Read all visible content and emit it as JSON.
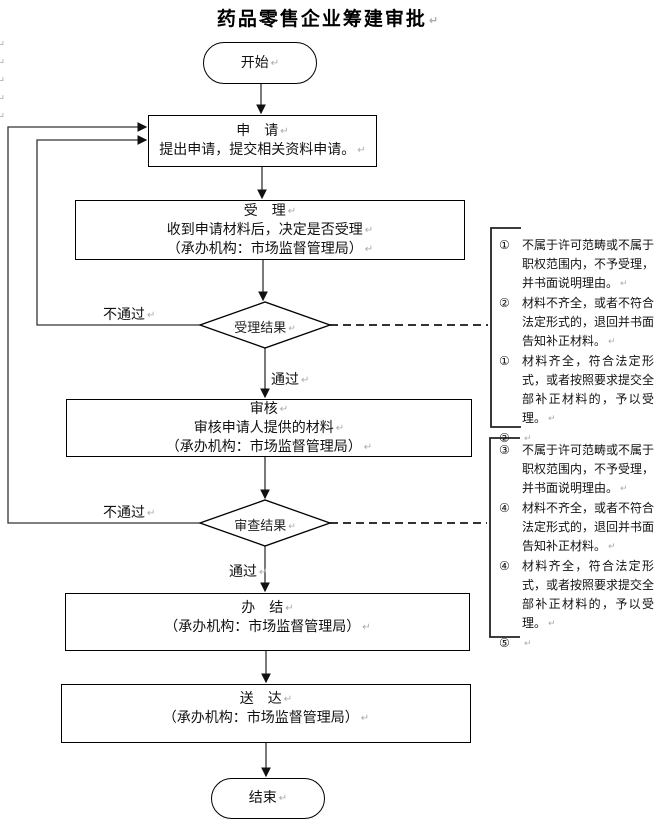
{
  "title": {
    "text": "药品零售企业筹建审批"
  },
  "marks": {
    "return": "↵"
  },
  "nodes": {
    "start": {
      "label": "开始"
    },
    "apply": {
      "title": "申　请",
      "body": "提出申请，提交相关资料申请。"
    },
    "accept": {
      "title": "受　理",
      "line1": "收到申请材料后，决定是否受理",
      "line2": "（承办机构：市场监督管理局）"
    },
    "decision1": {
      "label": "受理结果"
    },
    "review": {
      "title": "审核",
      "line1": "审核申请人提供的材料",
      "line2": "（承办机构：市场监督管理局）"
    },
    "decision2": {
      "label": "审查结果"
    },
    "complete": {
      "title": "办　结",
      "line1": "（承办机构：市场监督管理局）"
    },
    "deliver": {
      "title": "送　达",
      "line1": "（承办机构：市场监督管理局）"
    },
    "end": {
      "label": "结束"
    }
  },
  "edges": {
    "fail1": "不通过",
    "pass1": "通过",
    "fail2": "不通过",
    "pass2": "通过"
  },
  "notes1": {
    "items": [
      {
        "num": "①",
        "text": "不属于许可范畴或不属于职权范围内，不予受理，并书面说明理由。"
      },
      {
        "num": "②",
        "text": "材料不齐全，或者不符合法定形式的，退回并书面告知补正材料。"
      },
      {
        "num": "①",
        "text": "材料齐全，符合法定形式，或者按照要求提交全部补正材料的，予以受理。"
      },
      {
        "num": "②",
        "text": ""
      }
    ]
  },
  "notes2": {
    "items": [
      {
        "num": "③",
        "text": "不属于许可范畴或不属于职权范围内，不予受理，并书面说明理由。"
      },
      {
        "num": "④",
        "text": "材料不齐全，或者不符合法定形式的，退回并书面告知补正材料。"
      },
      {
        "num": "④",
        "text": "材料齐全，符合法定形式，或者按照要求提交全部补正材料的，予以受理。"
      },
      {
        "num": "⑤",
        "text": ""
      }
    ]
  },
  "colors": {
    "line": "#333333",
    "border": "#000000",
    "return_mark": "#a9a9a9"
  }
}
